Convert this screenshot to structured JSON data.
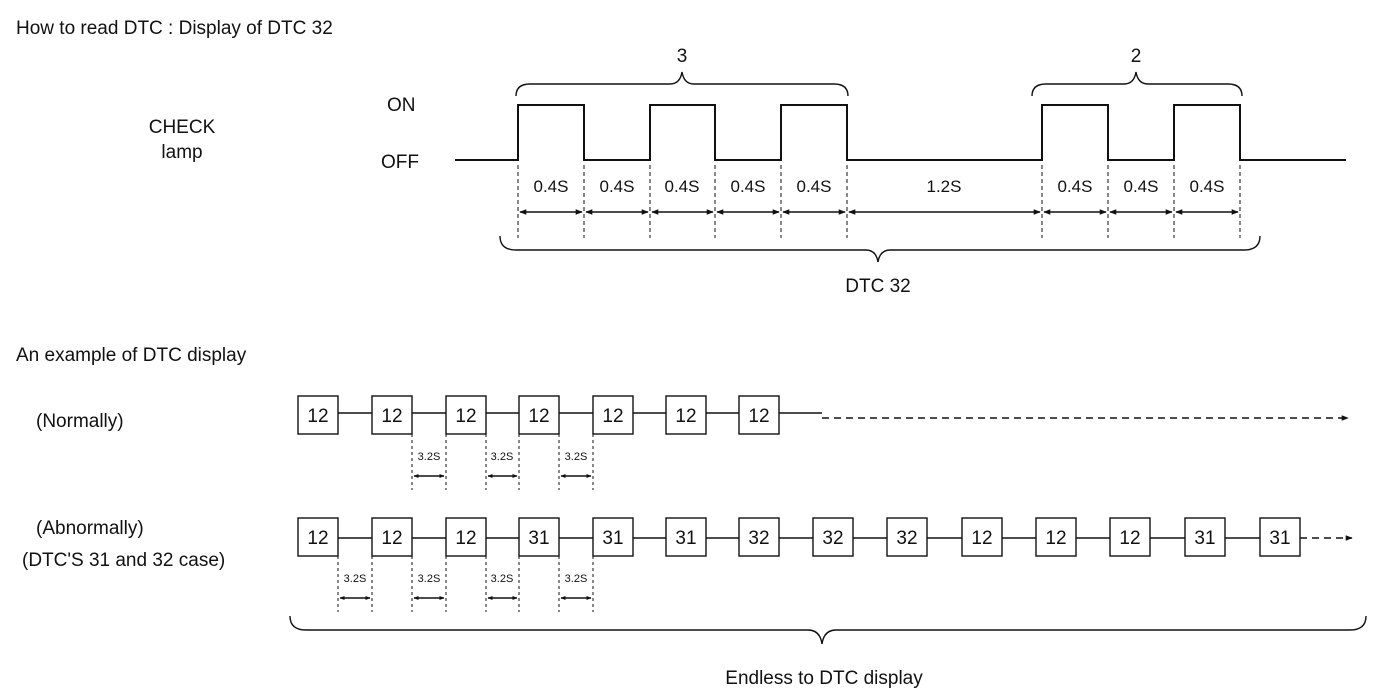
{
  "heading_read": "How to read DTC : Display of DTC 32",
  "lamp_label_line1": "CHECK",
  "lamp_label_line2": "lamp",
  "state_on": "ON",
  "state_off": "OFF",
  "group_first_count": "3",
  "group_second_count": "2",
  "pulse_duration": "0.4S",
  "gap_duration": "1.2S",
  "code_bracket_label": "DTC 32",
  "heading_example": "An example of DTC display",
  "row_normal_label": "(Normally)",
  "row_abnormal_label_line1": "(Abnormally)",
  "row_abnormal_label_line2": "(DTC'S 31 and 32 case)",
  "interval_duration": "3.2S",
  "normal_codes": [
    "12",
    "12",
    "12",
    "12",
    "12",
    "12",
    "12"
  ],
  "abnormal_codes": [
    "12",
    "12",
    "12",
    "31",
    "31",
    "31",
    "32",
    "32",
    "32",
    "12",
    "12",
    "12",
    "31",
    "31"
  ],
  "endless_label": "Endless to DTC display"
}
